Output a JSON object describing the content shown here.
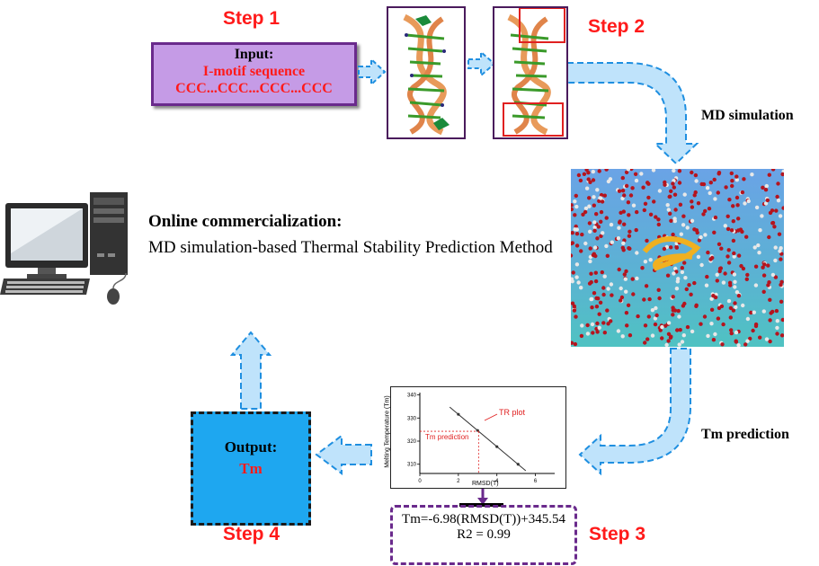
{
  "steps": {
    "step1": "Step 1",
    "step2": "Step 2",
    "step3": "Step 3",
    "step4": "Step 4"
  },
  "input": {
    "title": "Input:",
    "line1": "I-motif sequence",
    "line2": "CCC...CCC...CCC...CCC"
  },
  "labels": {
    "md_simulation": "MD simulation",
    "tm_prediction": "Tm prediction"
  },
  "online": {
    "title": "Online commercialization:",
    "desc": "MD simulation-based Thermal Stability Prediction Method"
  },
  "output": {
    "title": "Output:",
    "value": "Tm"
  },
  "equation": {
    "line1": "Tm=-6.98(RMSD(T))+345.54",
    "line2": "R2 = 0.99"
  },
  "plot": {
    "ylabel": "Melting Temperature (Tm)",
    "xlabel": "RMSD(T)",
    "yticks": [
      "310",
      "320",
      "330",
      "340"
    ],
    "xticks": [
      "0",
      "2",
      "4",
      "6"
    ],
    "ann_tr": "TR plot",
    "ann_tm": "Tm prediction"
  },
  "colors": {
    "step_red": "#ff1a1a",
    "arrow_blue": "#bfe3fb",
    "arrow_edge": "#1f8fe0",
    "input_purple": "#c59be6",
    "output_blue": "#1ea7f0"
  },
  "chart_data": {
    "type": "scatter",
    "title": "",
    "xlabel": "RMSD(T)",
    "ylabel": "Melting Temperature (Tm)",
    "xlim": [
      0,
      7
    ],
    "ylim": [
      306,
      341
    ],
    "x": [
      2,
      3,
      4,
      5.1
    ],
    "y": [
      331.6,
      324.6,
      317.6,
      310
    ],
    "fit": {
      "slope": -6.98,
      "intercept": 345.54
    }
  }
}
